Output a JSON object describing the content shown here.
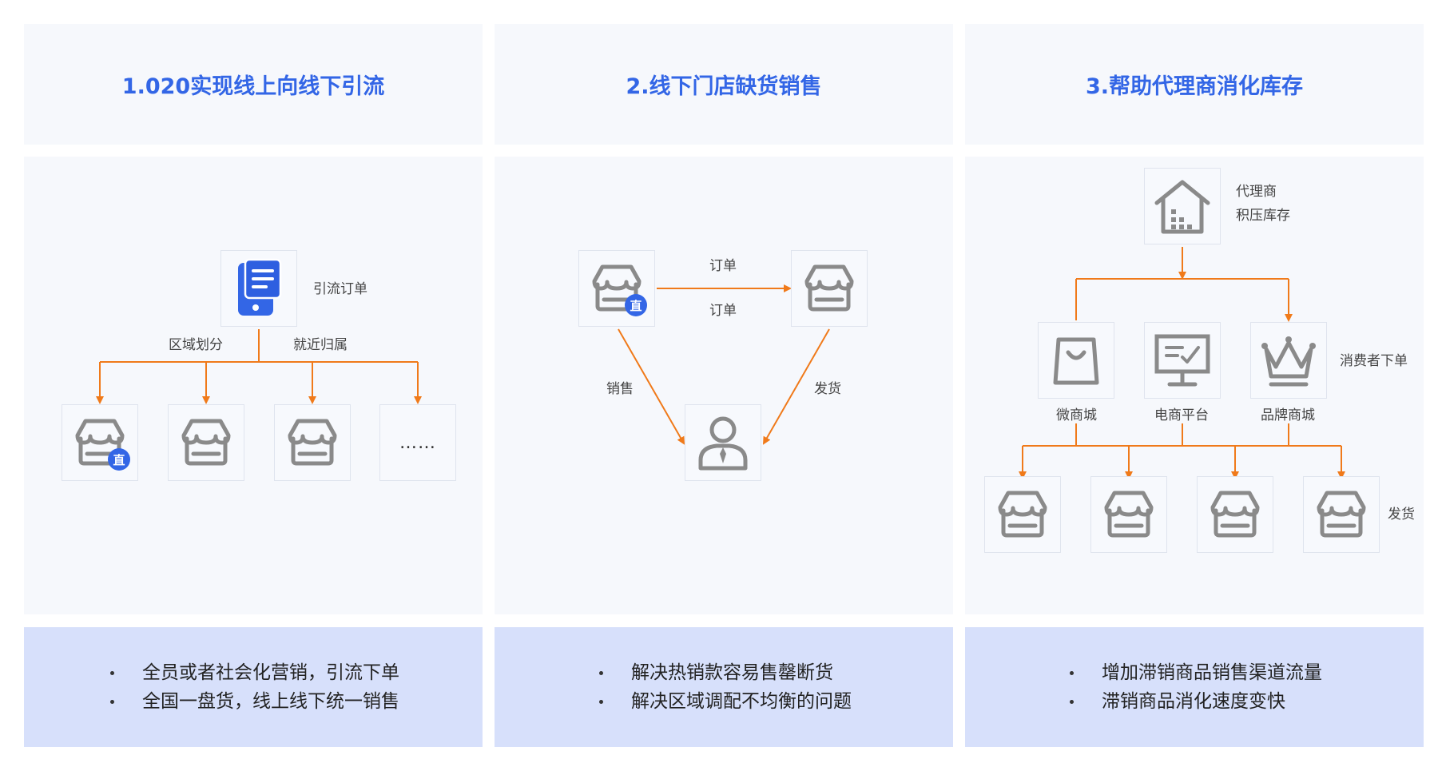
{
  "headers": [
    "1.020实现线上向线下引流",
    "2.线下门店缺货销售",
    "3.帮助代理商消化库存"
  ],
  "panel1": {
    "top_label": "引流订单",
    "left_branch_label": "区域划分",
    "right_branch_label": "就近归属",
    "direct_badge": "直",
    "more": "……"
  },
  "panel2": {
    "order_label_top": "订单",
    "order_label_bottom": "订单",
    "sales_label": "销售",
    "ship_label": "发货",
    "direct_badge": "直"
  },
  "panel3": {
    "agent_line1": "代理商",
    "agent_line2": "积压库存",
    "channels": [
      "微商城",
      "电商平台",
      "品牌商城"
    ],
    "consumer_label": "消费者下单",
    "ship_label": "发货"
  },
  "footers": [
    [
      "全员或者社会化营销，引流下单",
      "全国一盘货，线上线下统一销售"
    ],
    [
      "解决热销款容易售罄断货",
      "解决区域调配不均衡的问题"
    ],
    [
      "增加滞销商品销售渠道流量",
      "滞销商品消化速度变快"
    ]
  ],
  "colors": {
    "accent": "#3366e6",
    "arrow": "#f07a1a",
    "icon": "#8a8a8a",
    "footer_bg": "#d7e0fb",
    "panel_bg": "#f6f8fc"
  }
}
